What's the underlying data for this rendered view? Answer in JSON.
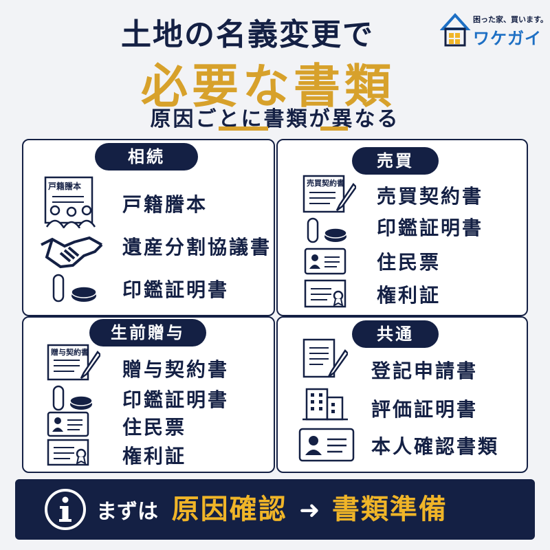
{
  "title_line1": "土地の名義変更で",
  "title_line2": "必要な書類",
  "subtitle": "原因ごとに書類が異なる",
  "logo": {
    "tagline": "困った家、買います。",
    "brand": "ワケガイ",
    "icon": "house-logo-icon"
  },
  "sections": {
    "inheritance": {
      "label": "相続",
      "doc_label": "戸籍謄本",
      "items": [
        "戸籍謄本",
        "遺産分割協議書",
        "印鑑証明書"
      ]
    },
    "sale": {
      "label": "売買",
      "doc_label": "売買契約書",
      "items": [
        "売買契約書",
        "印鑑証明書",
        "住民票",
        "権利証"
      ]
    },
    "gift": {
      "label": "生前贈与",
      "doc_label": "贈与契約書",
      "items": [
        "贈与契約書",
        "印鑑証明書",
        "住民票",
        "権利証"
      ]
    },
    "common": {
      "label": "共通",
      "items": [
        "登記申請書",
        "評価証明書",
        "本人確認書類"
      ]
    }
  },
  "banner": {
    "icon": "info-icon",
    "prefix": "まずは",
    "step1": "原因確認",
    "arrow": "➜",
    "step2": "書類準備"
  },
  "colors": {
    "navy": "#142044",
    "gold": "#d7a12b",
    "brand_blue": "#1d6fc4",
    "background": "#f2f3f6"
  }
}
